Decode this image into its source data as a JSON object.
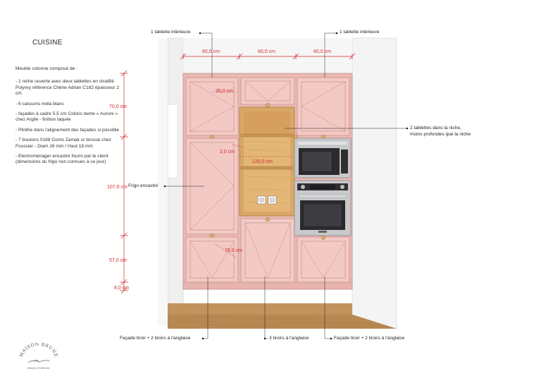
{
  "title": "CUISINE",
  "spec": {
    "intro": "Meuble colonne composé de :",
    "items": [
      "- 1 niche ouverte avec deux tablettes en stratifié Polyrey référence Chêne Adrian C182 épaisseur 2 cm",
      "- 6 caissons méla blanc",
      "- façades à cadre 5,5 cm Coloris teinte « Aurore » chez Argile - finition laquée",
      "- Plinthe dans l'alignement des façades si possible",
      "- 7 boutons 0168 Como Zamak or brossé chez Foussier - Diam 26 mm / Haut 18 mm",
      "- Electroménager encastré fourni par le client (dimensions du frigo non connues à ce jour)"
    ]
  },
  "annotations": {
    "shelf_left": "1 tablette intérieure",
    "shelf_right": "1 tablette intérieure",
    "niche": "2 tablettes dans la niche,\nmoins profondes que la niche",
    "fridge": "Frigo encastré",
    "drawer_left": "Façade tiroir + 2 tiroirs à l'anglaise",
    "drawer_center": "3 tiroirs à l'anglaise",
    "drawer_right": "Façade tiroir + 2 tiroirs à l'anglaise"
  },
  "dimensions": {
    "width_left": "60,0 cm",
    "width_center": "60,0 cm",
    "width_right": "60,0 cm",
    "upper_height": "70,0 cm",
    "middle_height": "107,0 cm",
    "lower_height": "57,0 cm",
    "plinth_height": "8,0 cm",
    "upper_center_door": "35,0 cm",
    "niche_shelf": "2,0 cm",
    "niche_height": "120,0 cm",
    "drawer_front": "78,0 cm"
  },
  "logo": {
    "brand": "MAISON BRUNE",
    "tagline": "design d'intérieur"
  },
  "colors": {
    "facade": "#f2c9c4",
    "facade_edge": "#d4a19a",
    "oak": "#d9a766",
    "floor": "#b88852",
    "wall": "#f1f1f1",
    "dimension": "#d42a2a",
    "steel": "#c8c9cb"
  }
}
